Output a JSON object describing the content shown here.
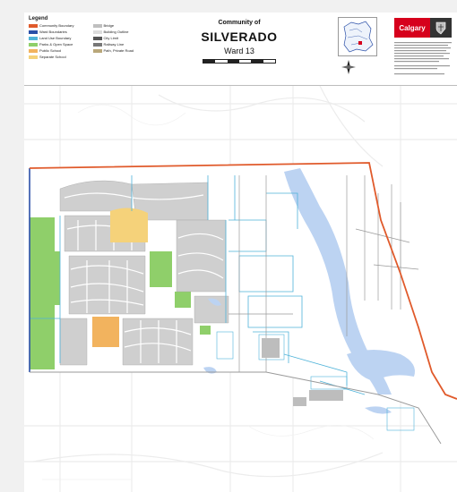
{
  "legend": {
    "title": "Legend",
    "items": [
      {
        "label": "Community Boundary",
        "color": "#e05a2b"
      },
      {
        "label": "Bridge",
        "color": "#bfbfbf"
      },
      {
        "label": "Ward Boundaries",
        "color": "#2a4fa8"
      },
      {
        "label": "Building Outline",
        "color": "#dcdcdc"
      },
      {
        "label": "Land Use Boundary",
        "color": "#4fb3d9"
      },
      {
        "label": "City Limit",
        "color": "#555555"
      },
      {
        "label": "Parks & Open Space",
        "color": "#8fcf6a"
      },
      {
        "label": "Railway Line",
        "color": "#777777"
      },
      {
        "label": "Public School",
        "color": "#f2b35e"
      },
      {
        "label": "Path, Private Road",
        "color": "#b9a77a"
      },
      {
        "label": "Separate School",
        "color": "#f5d27a"
      }
    ]
  },
  "title": {
    "community_of": "Community of",
    "name": "SILVERADO",
    "ward": "Ward 13"
  },
  "brand": {
    "name": "Calgary"
  },
  "colors": {
    "boundary": "#e05a2b",
    "ward": "#2a4fa8",
    "landuse": "#4fb3d9",
    "park": "#8fcf6a",
    "school": "#f2b35e",
    "water": "#bcd3f2",
    "building": "#bdbdbd"
  }
}
